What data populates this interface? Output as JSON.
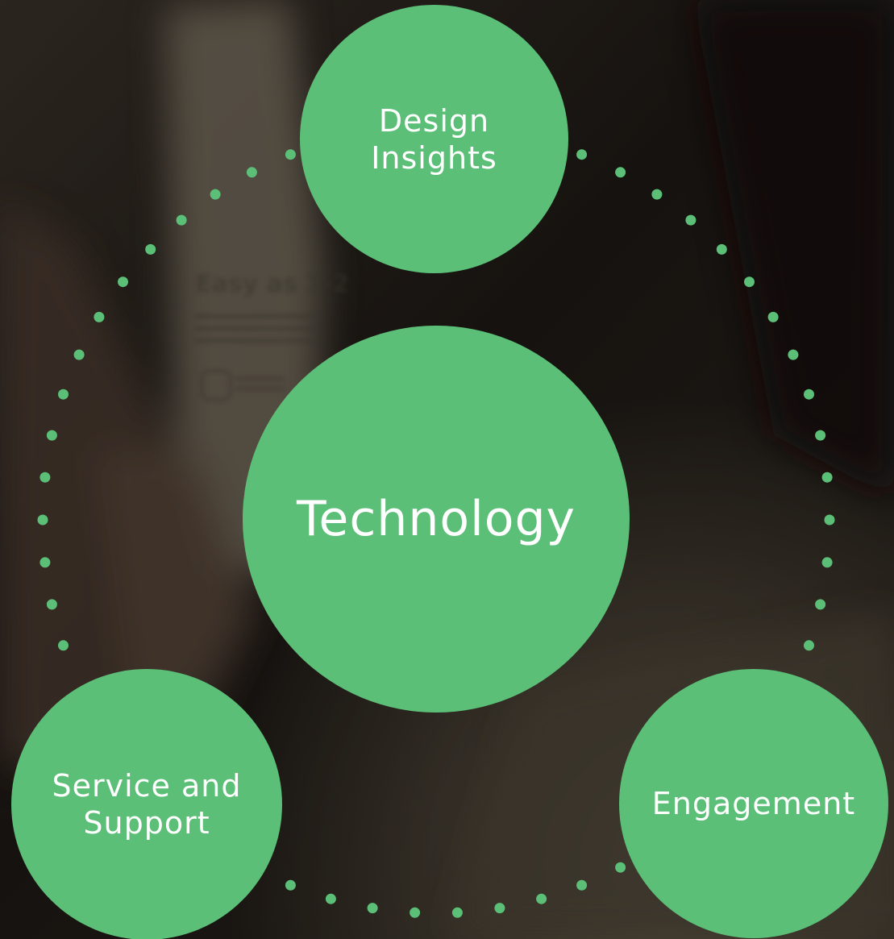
{
  "colors": {
    "node_fill": "#5cbf77",
    "node_text": "#ffffff",
    "dots": "#5cbf77",
    "background_dark": "#1b1612"
  },
  "diagram": {
    "center": {
      "label": "Technology"
    },
    "nodes": [
      {
        "id": "design-insights",
        "label": "Design\nInsights"
      },
      {
        "id": "engagement",
        "label": "Engagement"
      },
      {
        "id": "service-and-support",
        "label": "Service and\nSupport"
      }
    ],
    "connector_style": "dotted-circle"
  },
  "background": {
    "photo_text": "Easy as 1-2"
  }
}
